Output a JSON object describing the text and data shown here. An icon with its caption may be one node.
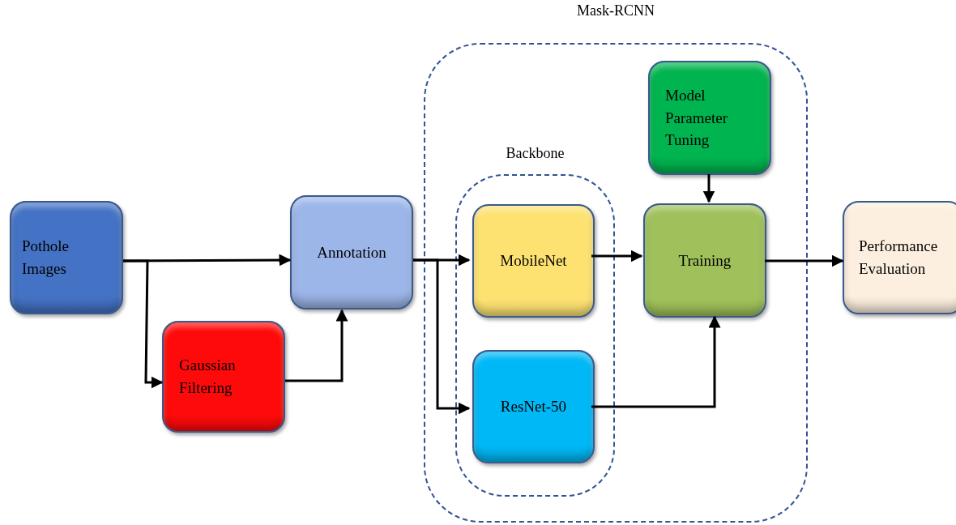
{
  "diagram": {
    "nodes": [
      {
        "text": [
          "Pothole Images"
        ]
      },
      {
        "text": [
          "Gaussian Filtering"
        ]
      },
      {
        "text": [
          "Annotation"
        ]
      },
      {
        "text": [
          "Mask-RCNN"
        ]
      },
      {
        "text": [
          "Backbone"
        ],
        "in": 3
      },
      {
        "text": [
          "MobileNet"
        ],
        "in": 4
      },
      {
        "text": [
          "ResNet-50"
        ],
        "in": 4
      },
      {
        "text": [
          "Model Parameter Tuning"
        ],
        "in": 3
      },
      {
        "text": [
          "Training"
        ],
        "in": 3
      },
      {
        "text": [
          "Performance Evaluation"
        ]
      }
    ],
    "edges": [
      {
        "from": 0,
        "to": 2,
        "arrow": "to"
      },
      {
        "from": 0,
        "to": 1,
        "arrow": "to"
      },
      {
        "from": 1,
        "to": 2,
        "arrow": "to"
      },
      {
        "from": 2,
        "to": 5,
        "arrow": "to"
      },
      {
        "from": 2,
        "to": 6,
        "arrow": "to"
      },
      {
        "from": 5,
        "to": 8,
        "arrow": "to"
      },
      {
        "from": 6,
        "to": 8,
        "arrow": "to"
      },
      {
        "from": 7,
        "to": 8,
        "arrow": "to"
      },
      {
        "from": 8,
        "to": 9,
        "arrow": "to"
      }
    ]
  }
}
